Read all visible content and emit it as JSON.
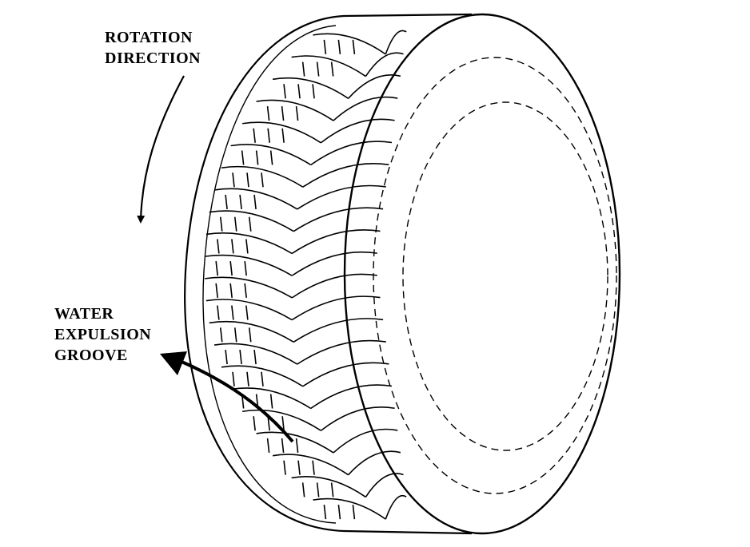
{
  "labels": {
    "rotation": [
      "ROTATION",
      "DIRECTION"
    ],
    "groove": [
      "WATER",
      "EXPULSION",
      "GROOVE"
    ]
  },
  "colors": {
    "line": "#000000",
    "background": "#ffffff"
  }
}
